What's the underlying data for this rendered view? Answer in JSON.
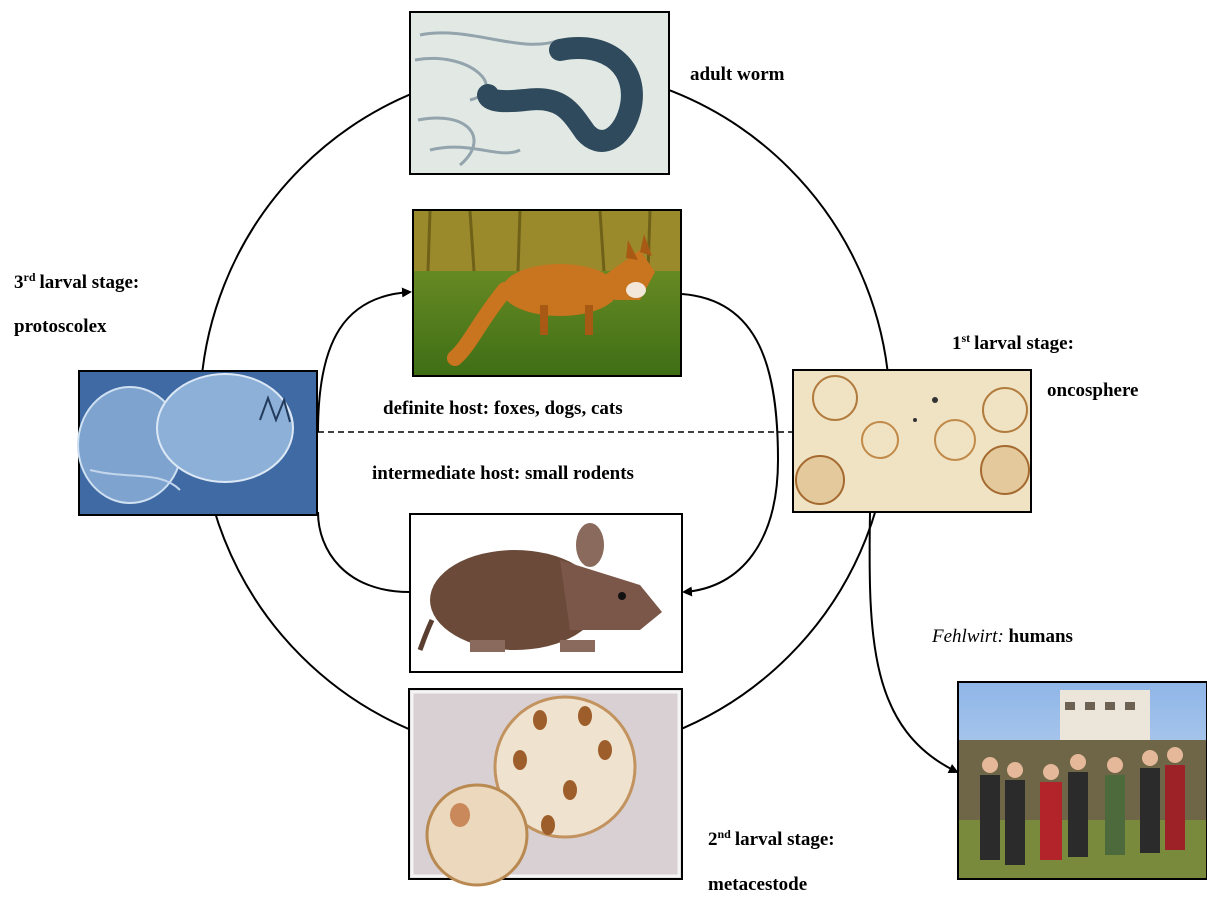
{
  "stages": {
    "adult": {
      "label": "adult worm"
    },
    "first": {
      "num": "1",
      "sup": "st",
      "label": "larval stage:",
      "name": "oncosphere"
    },
    "second": {
      "num": "2",
      "sup": "nd",
      "label": "larval stage:",
      "name": "metacestode"
    },
    "third": {
      "num": "3",
      "sup": "rd",
      "label": "larval stage:",
      "name": "protoscolex"
    }
  },
  "hosts": {
    "definite": "definite host: foxes, dogs, cats",
    "intermediate": "intermediate host: small rodents",
    "dead_end_term": "Fehlwirt:",
    "dead_end_rest": " humans"
  }
}
